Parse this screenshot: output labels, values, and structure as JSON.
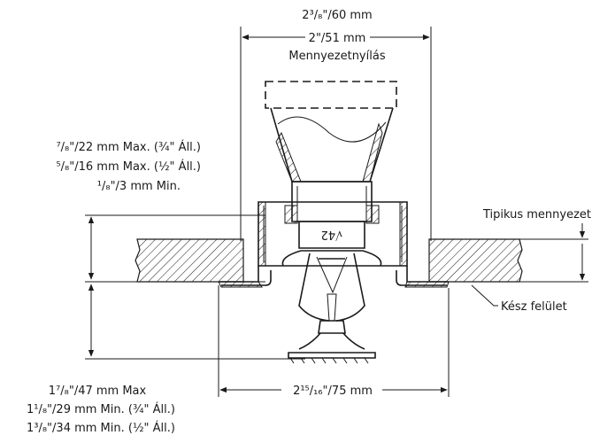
{
  "labels": {
    "ceiling_opening_max": "2³/₈\"/60 mm",
    "ceiling_opening_min": "2\"/51 mm",
    "ceiling_opening_caption": "Mennyezetnyílás",
    "recess_max_34": "⁷/₈\"/22 mm Max. (¾\" Áll.)",
    "recess_max_12": "⁵/₈\"/16 mm Max. (½\" Áll.)",
    "recess_min": "¹/₈\"/3 mm Min.",
    "typical_ceiling": "Tipikus mennyezet",
    "finished_surface": "Kész felület",
    "escutcheon_width": "2¹⁵/₁₆\"/75 mm",
    "drop_max": "1⁷/₈\"/47 mm Max",
    "drop_min_34": "1¹/₈\"/29 mm Min. (¾\" Áll.)",
    "drop_min_12": "1³/₈\"/34 mm Min. (½\" Áll.)",
    "body_marking": "√42"
  }
}
